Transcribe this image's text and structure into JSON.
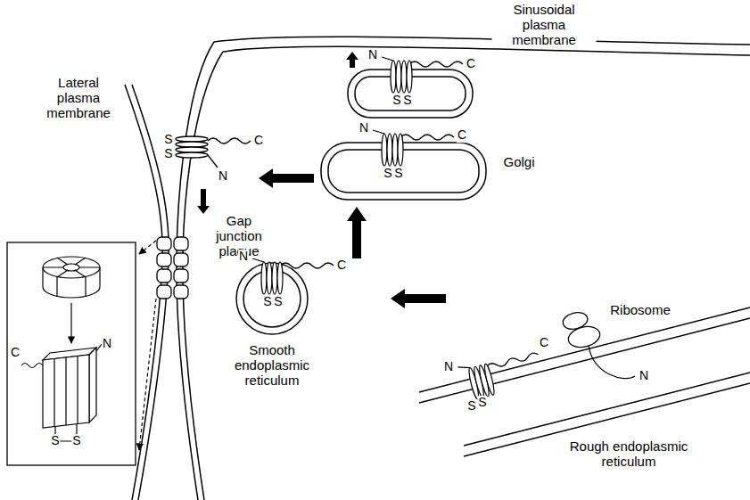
{
  "diagram": {
    "labels": [
      "Sinusoidal plasma membrane",
      "Lateral plasma membrane",
      "S",
      "S",
      "C",
      "N",
      "Gap junction plaque",
      "Golgi",
      "N",
      "C",
      "S",
      "S",
      "N",
      "C",
      "S",
      "S",
      "Smooth endoplasmic reticulum",
      "N",
      "C",
      "S",
      "S",
      "Ribosome",
      "N",
      "C",
      "S",
      "S",
      "N",
      "Rough endoplasmic reticulum",
      "C",
      "N",
      "S",
      "S"
    ]
  }
}
